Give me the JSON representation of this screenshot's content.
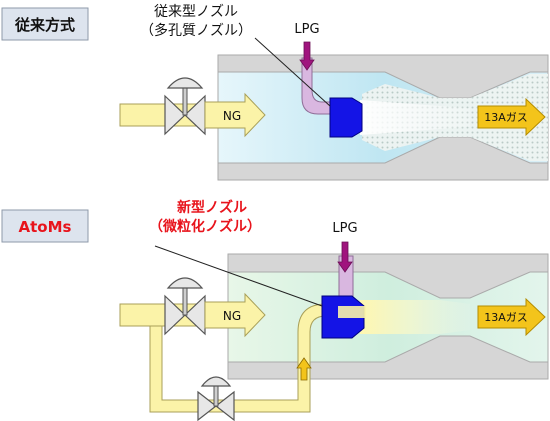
{
  "top": {
    "label": "従来方式",
    "nozzle_line1": "従来型ノズル",
    "nozzle_line2": "（多孔質ノズル）",
    "lpg": "LPG",
    "ng": "NG",
    "output": "13Aガス"
  },
  "bottom": {
    "label": "AtoMs",
    "nozzle_line1": "新型ノズル",
    "nozzle_line2": "（微粒化ノズル）",
    "lpg": "LPG",
    "ng": "NG",
    "output": "13Aガス"
  },
  "colors": {
    "accent_red": "#e8141c",
    "nozzle_blue": "#1414e6",
    "lpg_purple": "#cc9ad6",
    "pipe_yellow": "#fbf3a8",
    "output_gold": "#f3c41b",
    "tube_gray": "#d6d6d6",
    "label_box": "#dde4ee"
  }
}
